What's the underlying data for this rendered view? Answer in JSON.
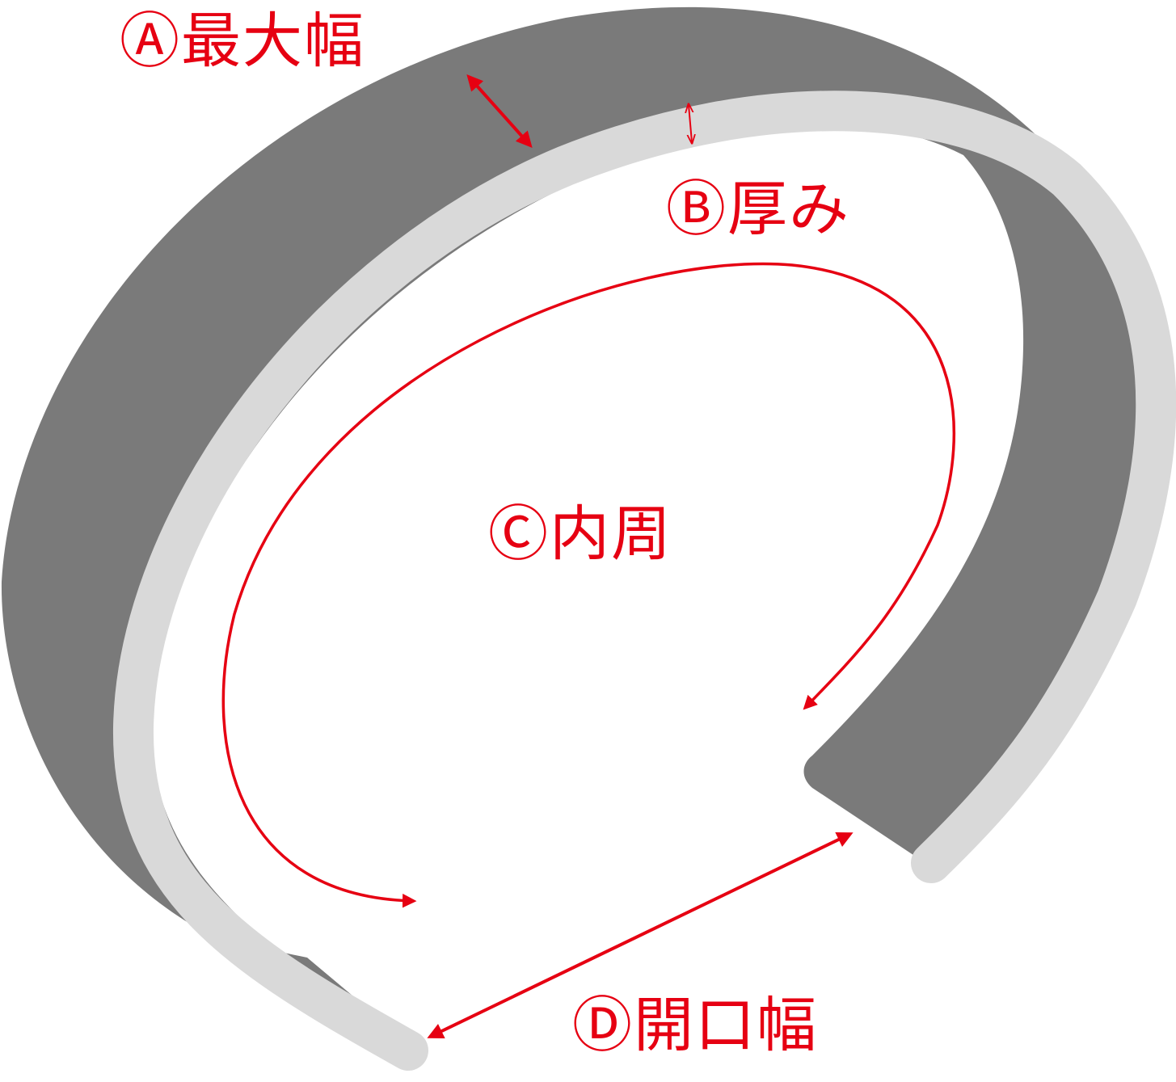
{
  "labels": {
    "a": "Ⓐ最大幅",
    "b": "Ⓑ厚み",
    "c": "Ⓒ内周",
    "d": "Ⓓ開口幅"
  },
  "colors": {
    "band": "#7a7a7a",
    "rim": "#d9d9d9",
    "annotation": "#e60012"
  }
}
